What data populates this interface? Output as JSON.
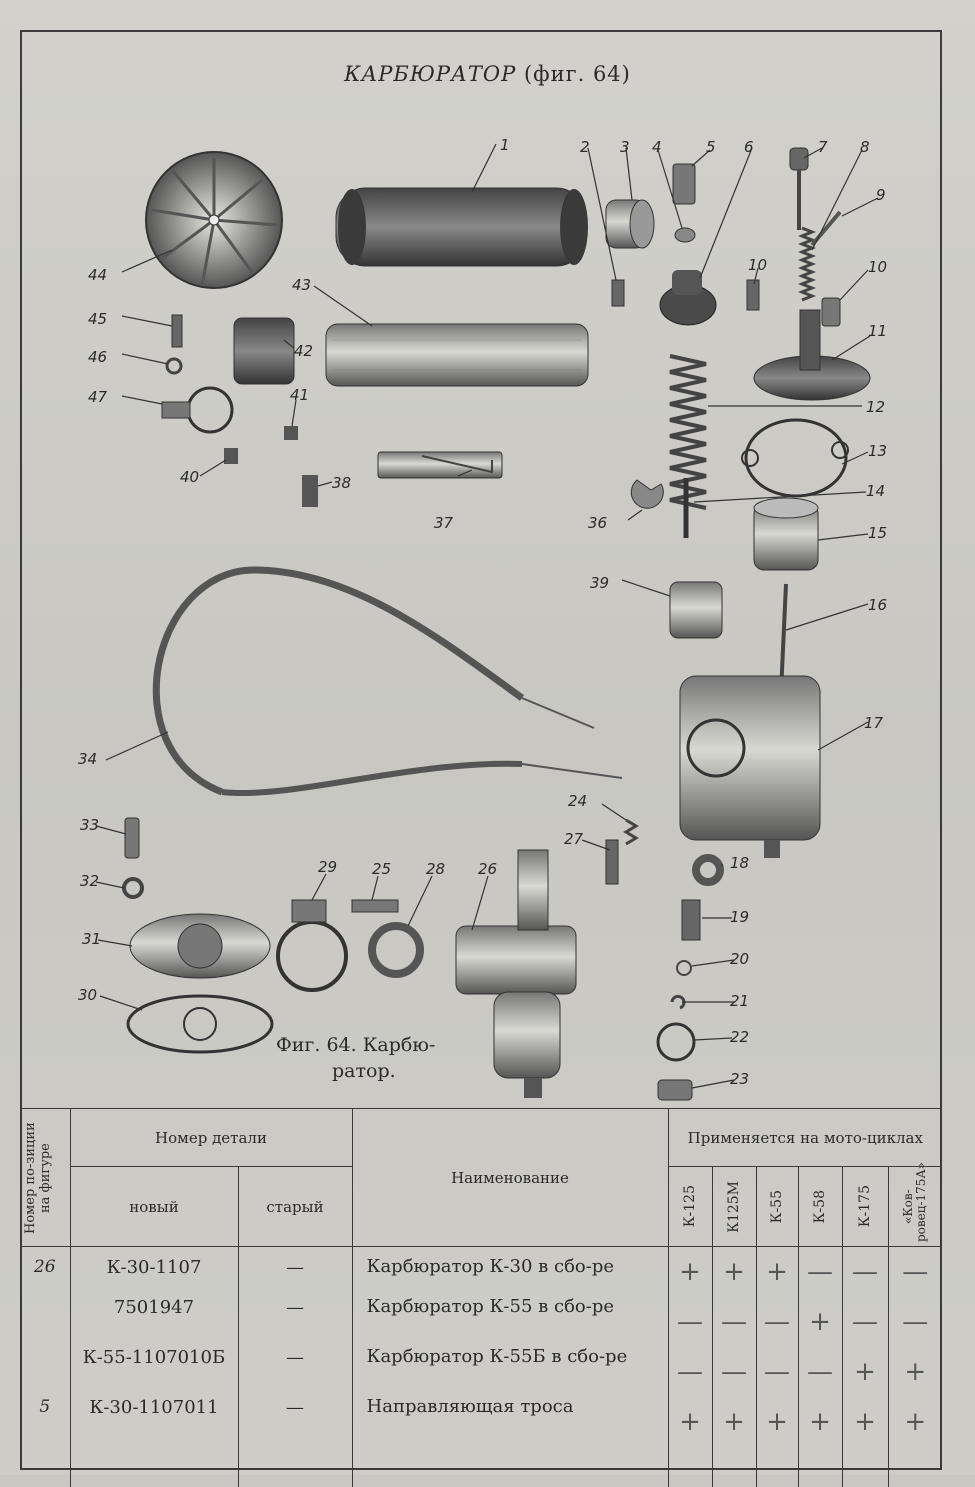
{
  "title_main": "КАРБЮРАТОР",
  "title_fig": "(фиг. 64)",
  "caption": {
    "line1": "Фиг.   64. Карбю-",
    "line2": "ратор."
  },
  "labels": [
    "1",
    "2",
    "3",
    "4",
    "5",
    "6",
    "7",
    "8",
    "9",
    "10",
    "10",
    "11",
    "12",
    "13",
    "14",
    "15",
    "16",
    "17",
    "18",
    "19",
    "20",
    "21",
    "22",
    "23",
    "24",
    "25",
    "26",
    "27",
    "28",
    "29",
    "30",
    "31",
    "32",
    "33",
    "34",
    "36",
    "37",
    "38",
    "39",
    "40",
    "41",
    "42",
    "43",
    "44",
    "45",
    "46",
    "47"
  ],
  "table": {
    "h_pos": "Номер по-зиции на фигуре",
    "h_part": "Номер детали",
    "h_new": "новый",
    "h_old": "старый",
    "h_name": "Наименование",
    "h_used": "Применяется на мото-циклах",
    "models": [
      "К-125",
      "К125М",
      "К-55",
      "К-58",
      "К-175",
      "«Ков-ровец-175А»"
    ],
    "rows": [
      {
        "pos": "26",
        "new": "К-30-1107",
        "old": "—",
        "name": "Карбюратор К-30 в сбо-ре",
        "marks": [
          "+",
          "+",
          "+",
          "—",
          "—",
          "—"
        ]
      },
      {
        "pos": "",
        "new": "7501947",
        "old": "—",
        "name": "Карбюратор  К-55 в сбо-ре",
        "marks": [
          "—",
          "—",
          "—",
          "+",
          "—",
          "—"
        ]
      },
      {
        "pos": "",
        "new": "К-55-1107010Б",
        "old": "—",
        "name": "Карбюратор К-55Б в сбо-ре",
        "marks": [
          "—",
          "—",
          "—",
          "—",
          "+",
          "+"
        ]
      },
      {
        "pos": "5",
        "new": "К-30-1107011",
        "old": "—",
        "name": "Направляющая троса",
        "marks": [
          "+",
          "+",
          "+",
          "+",
          "+",
          "+"
        ]
      }
    ]
  }
}
